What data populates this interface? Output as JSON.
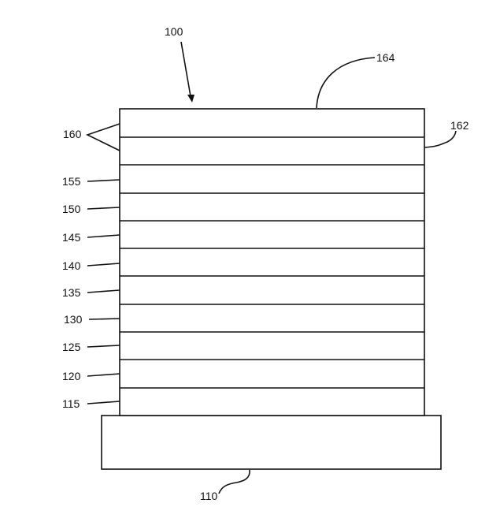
{
  "labels": {
    "device": "100",
    "substrate": "110",
    "sidewall": "162",
    "top_surface": "164",
    "layer_115": "115",
    "layer_120": "120",
    "layer_125": "125",
    "layer_130": "130",
    "layer_135": "135",
    "layer_140": "140",
    "layer_145": "145",
    "layer_150": "150",
    "layer_155": "155",
    "layer_160": "160"
  }
}
